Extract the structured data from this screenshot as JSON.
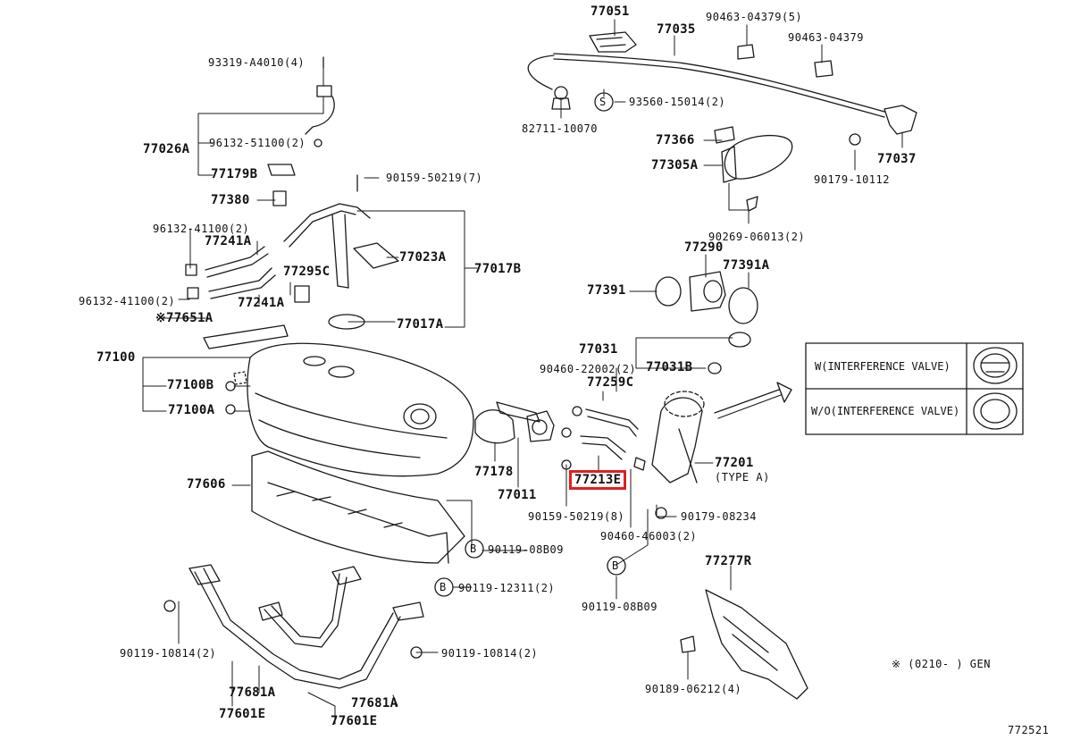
{
  "diagram_id": "772521",
  "highlight_color": "#e02020",
  "highlighted_part": "77213E",
  "legend": {
    "rows": [
      "W(INTERFERENCE VALVE)",
      "W/O(INTERFERENCE VALVE)"
    ]
  },
  "note": "※ (0210-     ) GEN",
  "sections": {
    "S": "S",
    "B": "B"
  },
  "parts": {
    "p77051": "77051",
    "p77035": "77035",
    "p90463a": "90463-04379(5)",
    "p90463b": "90463-04379",
    "p93319": "93319-A4010(4)",
    "p82711": "82711-10070",
    "p93560": "93560-15014(2)",
    "p77366": "77366",
    "p77305A": "77305A",
    "p77037": "77037",
    "p90179a": "90179-10112",
    "p77026A": "77026A",
    "p96132a": "96132-51100(2)",
    "p77179B": "77179B",
    "p90159a": "90159-50219(7)",
    "p77380": "77380",
    "p90269": "90269-06013(2)",
    "p96132b": "96132-41100(2)",
    "p77241A_1": "77241A",
    "p77023A": "77023A",
    "p77290": "77290",
    "p77391A": "77391A",
    "p77295C": "77295C",
    "p77017B": "77017B",
    "p96132c": "96132-41100(2)",
    "p77391": "77391",
    "p77241A_2": "77241A",
    "p77651A": "※77651A",
    "p77017A": "77017A",
    "p77031": "77031",
    "p77100": "77100",
    "p90460a": "90460-22002(2)",
    "p77031B": "77031B",
    "p77259C": "77259C",
    "p77100B": "77100B",
    "p77100A": "77100A",
    "p77201": "77201",
    "p77201type": "(TYPE A)",
    "p77178": "77178",
    "p77213E": "77213E",
    "p77606": "77606",
    "p77011": "77011",
    "p90179b": "90179-08234",
    "p90159b": "90159-50219(8)",
    "p90460b": "90460-46003(2)",
    "p90119a": "90119-08B09",
    "p77277R": "77277R",
    "p90119b": "90119-12311(2)",
    "p90119c": "90119-08B09",
    "p90119d": "90119-10814(2)",
    "p90119e": "90119-10814(2)",
    "p77681A_1": "77681A",
    "p77681A_2": "77681A",
    "p90189": "90189-06212(4)",
    "p77601E_1": "77601E",
    "p77601E_2": "77601E"
  }
}
